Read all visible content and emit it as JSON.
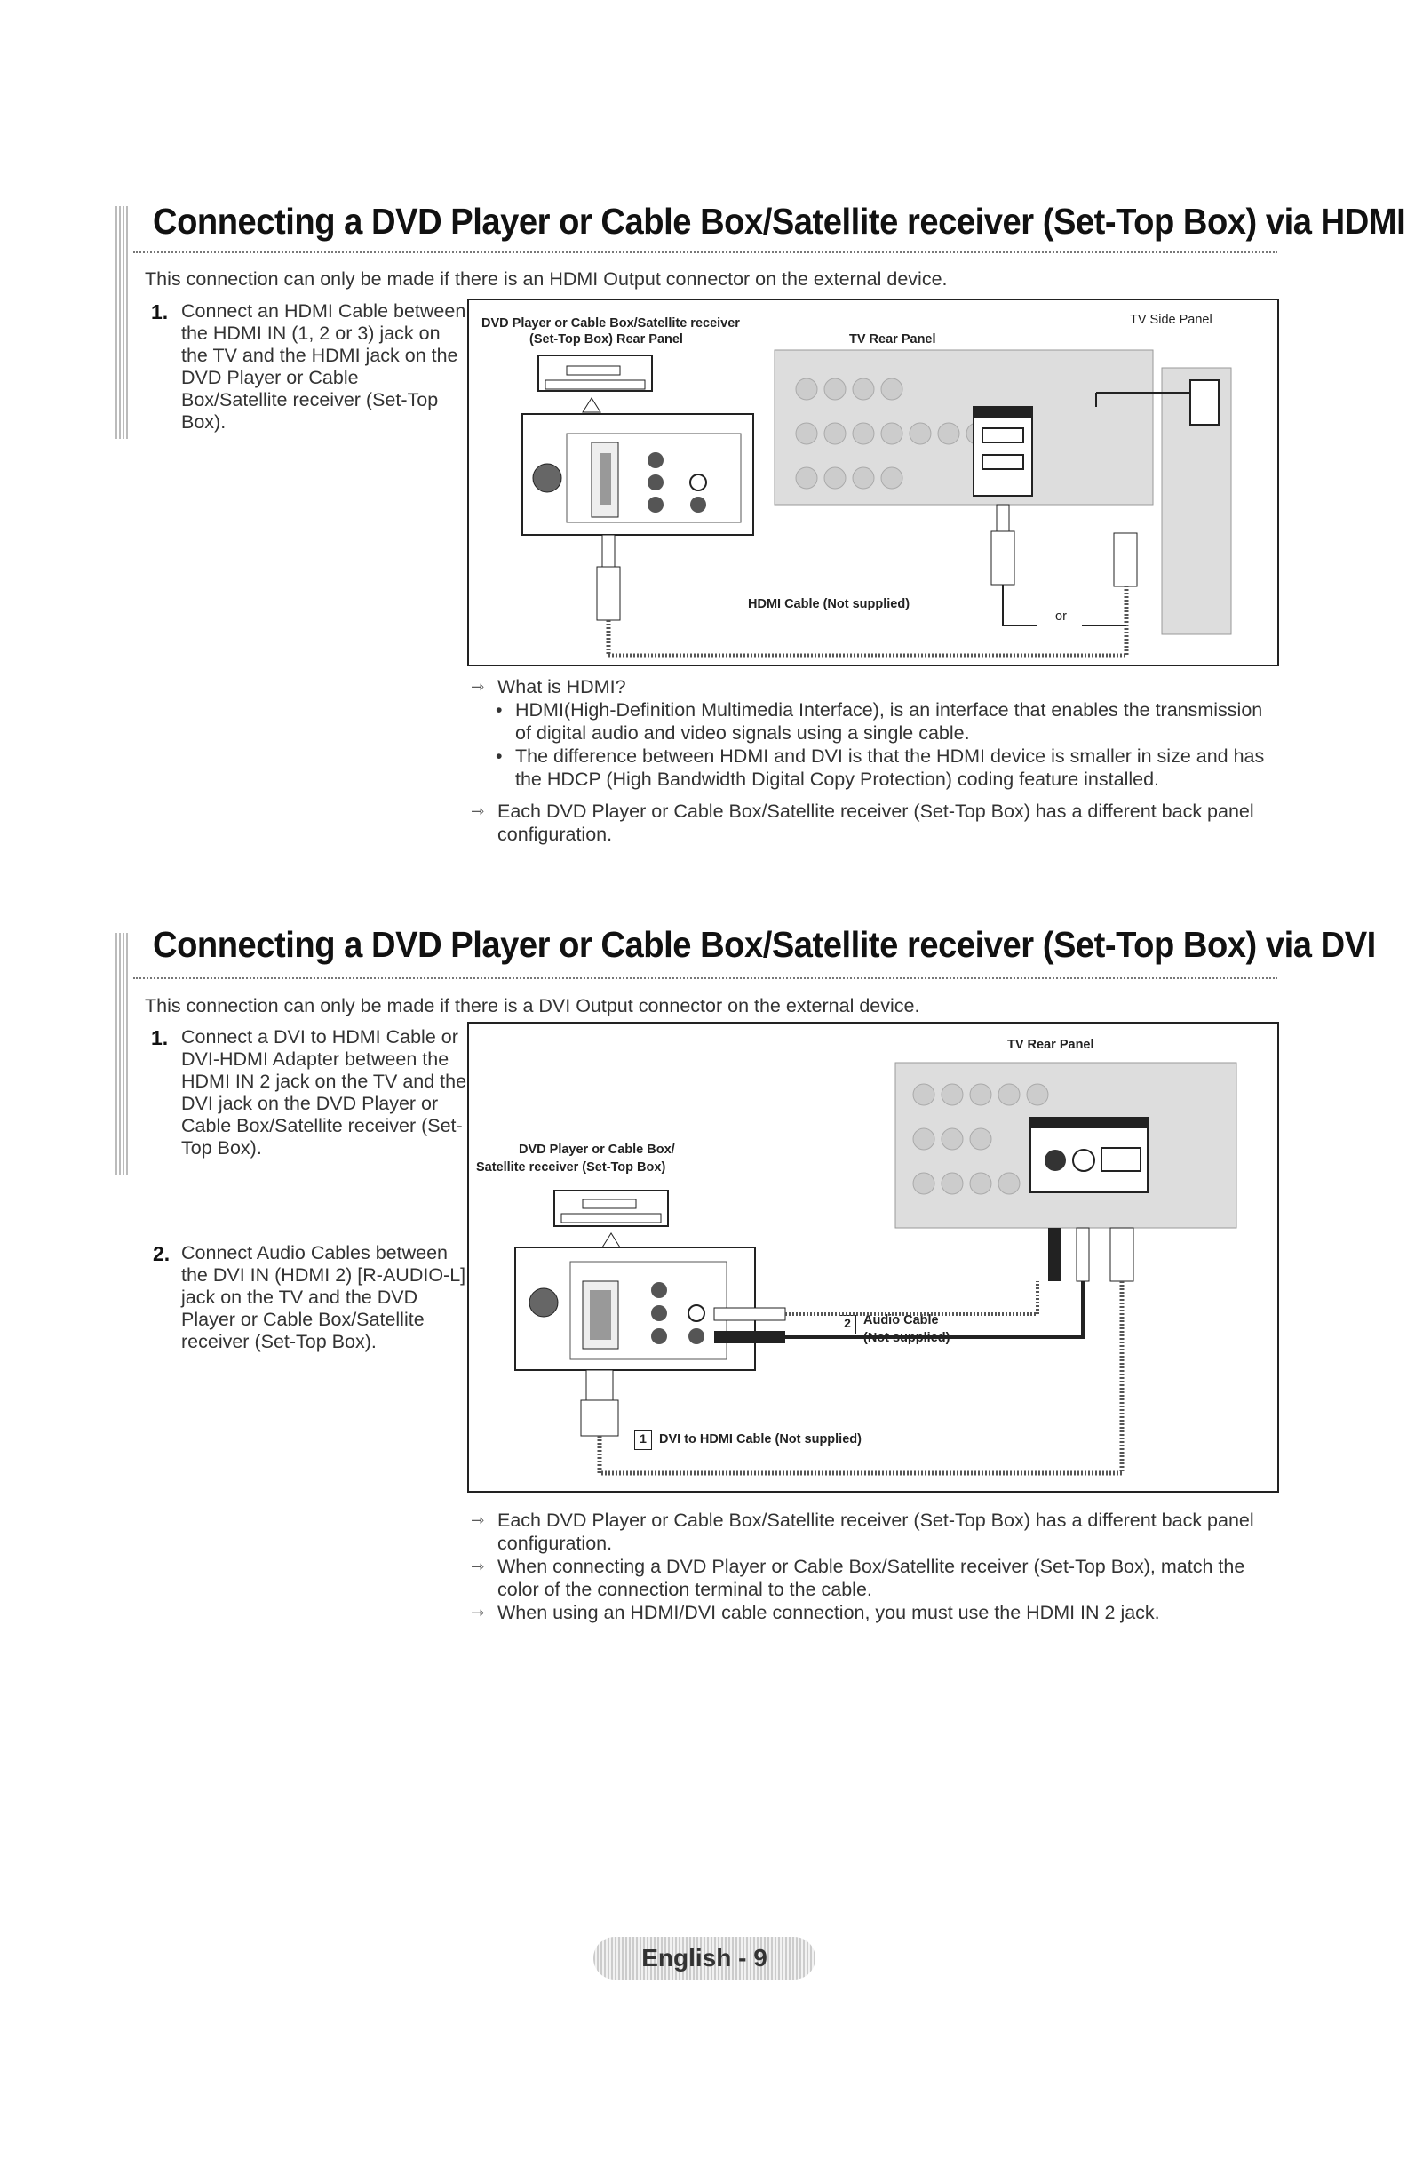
{
  "section1": {
    "title": "Connecting a DVD Player or Cable Box/Satellite receiver (Set-Top Box) via HDMI",
    "intro": "This connection can only be made if there is an HDMI Output connector on the external device.",
    "step1_num": "1.",
    "step1_text": "Connect an HDMI Cable between the HDMI IN (1, 2 or 3) jack on the TV and the HDMI jack on the DVD Player or Cable Box/Satellite receiver (Set-Top Box).",
    "diagram": {
      "dvd_label": "DVD Player or Cable Box/Satellite receiver",
      "dvd_label2": "(Set-Top Box) Rear Panel",
      "tv_rear_label": "TV Rear Panel",
      "tv_side_label": "TV Side Panel",
      "cable_label": "HDMI Cable (Not supplied)",
      "or_label": "or"
    },
    "notes": {
      "what_is": "What is HDMI?",
      "bullet1": "HDMI(High-Definition Multimedia Interface), is an interface that enables the transmission of digital audio and video signals using a single cable.",
      "bullet2": "The difference between HDMI and DVI is that the HDMI device is smaller in size and has the HDCP (High Bandwidth Digital Copy Protection) coding feature installed.",
      "note2": "Each DVD Player or Cable Box/Satellite receiver (Set-Top Box) has a different back panel configuration."
    }
  },
  "section2": {
    "title": "Connecting a DVD Player or Cable Box/Satellite receiver (Set-Top Box) via DVI",
    "intro": "This connection can only be made if there is a DVI Output connector on the external device.",
    "step1_num": "1.",
    "step1_text": "Connect a DVI to HDMI Cable or DVI-HDMI Adapter between the HDMI IN 2 jack on the TV and the DVI jack on the DVD Player or Cable Box/Satellite receiver (Set-Top Box).",
    "step2_num": "2.",
    "step2_text": "Connect Audio Cables between the DVI IN (HDMI 2) [R-AUDIO-L] jack on the TV and the DVD Player or Cable Box/Satellite receiver (Set-Top Box).",
    "diagram": {
      "tv_rear_label": "TV Rear Panel",
      "dvd_label": "DVD Player or Cable Box/",
      "dvd_label2": "Satellite receiver (Set-Top Box)",
      "audio_num": "2",
      "audio_label": "Audio Cable",
      "audio_label2": "(Not supplied)",
      "dvi_num": "1",
      "dvi_label": "DVI to HDMI Cable (Not supplied)"
    },
    "notes": {
      "note1": "Each DVD Player or Cable Box/Satellite receiver (Set-Top Box) has a different back panel configuration.",
      "note2": "When connecting a DVD Player or Cable Box/Satellite receiver (Set-Top Box), match the color of the connection terminal to the cable.",
      "note3": "When using an HDMI/DVI cable connection, you must use the HDMI IN 2 jack."
    }
  },
  "footer": {
    "page_label": "English - 9"
  }
}
